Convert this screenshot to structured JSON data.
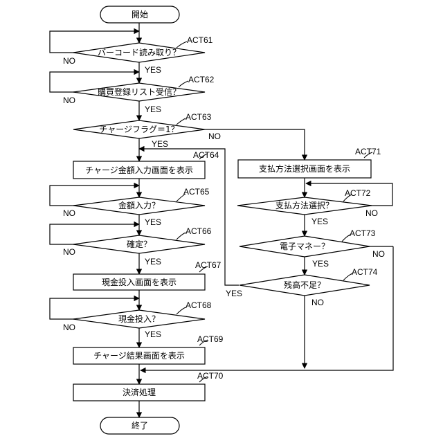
{
  "flowchart": {
    "start_label": "開始",
    "end_label": "終了",
    "steps": {
      "act61": {
        "step_id": "ACT61",
        "text": "バーコード読み取り？"
      },
      "act62": {
        "step_id": "ACT62",
        "text": "購買登録リスト受信？"
      },
      "act63": {
        "step_id": "ACT63",
        "text": "チャージフラグ＝1？"
      },
      "act64": {
        "step_id": "ACT64",
        "text": "チャージ金額入力画面を表示"
      },
      "act65": {
        "step_id": "ACT65",
        "text": "金額入力？"
      },
      "act66": {
        "step_id": "ACT66",
        "text": "確定？"
      },
      "act67": {
        "step_id": "ACT67",
        "text": "現金投入画面を表示"
      },
      "act68": {
        "step_id": "ACT68",
        "text": "現金投入？"
      },
      "act69": {
        "step_id": "ACT69",
        "text": "チャージ結果画面を表示"
      },
      "act70": {
        "step_id": "ACT70",
        "text": "決済処理"
      },
      "act71": {
        "step_id": "ACT71",
        "text": "支払方法選択画面を表示"
      },
      "act72": {
        "step_id": "ACT72",
        "text": "支払方法選択？"
      },
      "act73": {
        "step_id": "ACT73",
        "text": "電子マネー？"
      },
      "act74": {
        "step_id": "ACT74",
        "text": "残高不足？"
      }
    },
    "branch_labels": {
      "act61_yes": "YES",
      "act61_no": "NO",
      "act62_yes": "YES",
      "act62_no": "NO",
      "act63_yes": "YES",
      "act63_no": "NO",
      "act65_yes": "YES",
      "act65_no": "NO",
      "act66_yes": "YES",
      "act66_no": "NO",
      "act68_yes": "YES",
      "act68_no": "NO",
      "act72_yes": "YES",
      "act72_no": "NO",
      "act73_yes": "YES",
      "act73_no": "NO",
      "act74_yes": "YES",
      "act74_no": "NO"
    }
  }
}
